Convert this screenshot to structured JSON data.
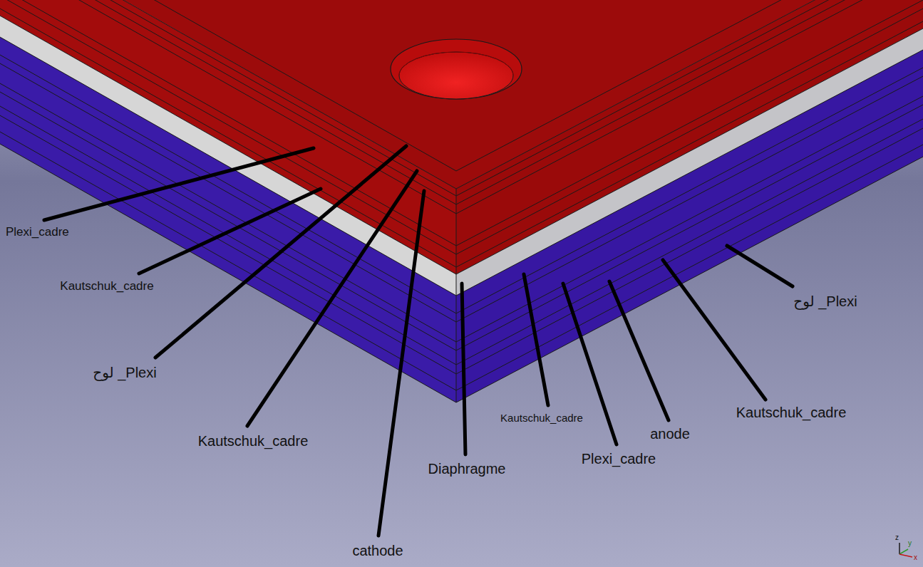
{
  "diagram": {
    "labels": [
      "Plexi_cadre",
      "Kautschuk_cadre",
      "لوح _Plexi",
      "Kautschuk_cadre",
      "cathode",
      "Diaphragme",
      "Kautschuk_cadre",
      "Plexi_cadre",
      "anode",
      "Kautschuk_cadre",
      "لوح _Plexi",
      "z",
      "y",
      "x"
    ]
  }
}
